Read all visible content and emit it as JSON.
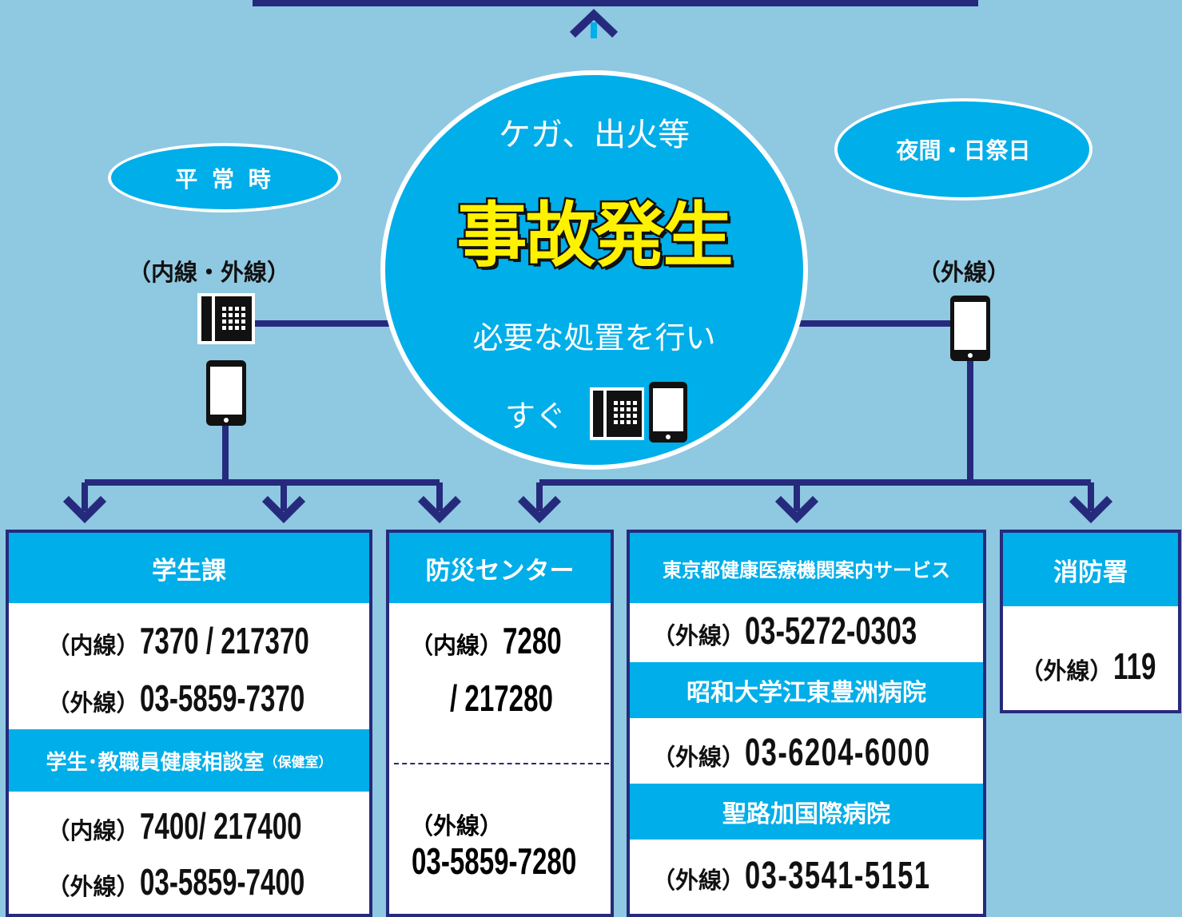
{
  "center": {
    "top_text": "ケガ、出火等",
    "title": "事故発生",
    "action_text": "必要な処置を行い",
    "now_text": "すぐ"
  },
  "left": {
    "bubble": "平 常 時",
    "line_label": "（内線・外線）"
  },
  "right": {
    "bubble": "夜間・日祭日",
    "line_label": "（外線）"
  },
  "panels": {
    "student_affairs": {
      "title": "学生課",
      "rows": [
        {
          "label": "（内線）",
          "number": "7370 / 217370"
        },
        {
          "label": "（外線）",
          "number": "03-5859-7370"
        }
      ],
      "sub_title": "学生･教職員健康相談室",
      "sub_title_note": "（保健室）",
      "sub_rows": [
        {
          "label": "（内線）",
          "number": "7400/ 217400"
        },
        {
          "label": "（外線）",
          "number": "03-5859-7400"
        }
      ]
    },
    "disaster_center": {
      "title": "防災センター",
      "inner_label": "（内線）",
      "inner_number_1": "7280",
      "inner_number_2": "/ 217280",
      "outer_label": "（外線）",
      "outer_number": "03-5859-7280"
    },
    "medical": {
      "title": "東京都健康医療機関案内サービス",
      "rows": [
        {
          "label": "（外線）",
          "number": "03-5272-0303"
        }
      ],
      "hospital1": "昭和大学江東豊洲病院",
      "hospital1_row": {
        "label": "（外線）",
        "number": "03-6204-6000"
      },
      "hospital2": "聖路加国際病院",
      "hospital2_row": {
        "label": "（外線）",
        "number": "03-3541-5151"
      }
    },
    "fire": {
      "title": "消防署",
      "label": "（外線）",
      "number": "119"
    }
  },
  "colors": {
    "background": "#8fc8e1",
    "accent_blue": "#00aee9",
    "navy": "#262a7c",
    "title_yellow": "#fff200"
  }
}
